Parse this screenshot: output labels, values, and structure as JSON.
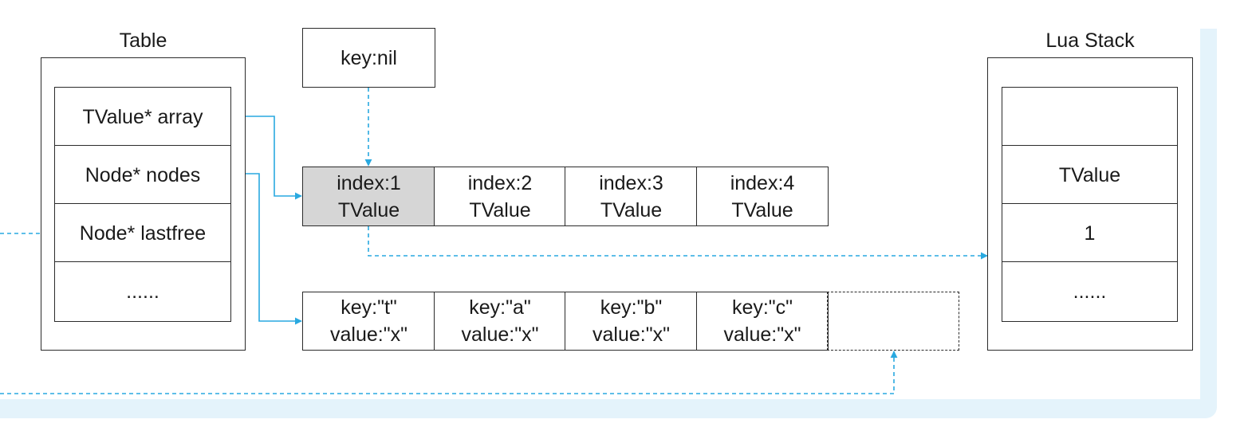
{
  "table": {
    "title": "Table",
    "fields": [
      "TValue* array",
      "Node* nodes",
      "Node* lastfree",
      "......"
    ]
  },
  "key_box": {
    "label": "key:nil"
  },
  "array_part": {
    "cells": [
      {
        "index": "index:1",
        "value": "TValue",
        "highlighted": true
      },
      {
        "index": "index:2",
        "value": "TValue",
        "highlighted": false
      },
      {
        "index": "index:3",
        "value": "TValue",
        "highlighted": false
      },
      {
        "index": "index:4",
        "value": "TValue",
        "highlighted": false
      }
    ]
  },
  "node_part": {
    "cells": [
      {
        "key": "key:\"t\"",
        "value": "value:\"x\""
      },
      {
        "key": "key:\"a\"",
        "value": "value:\"x\""
      },
      {
        "key": "key:\"b\"",
        "value": "value:\"x\""
      },
      {
        "key": "key:\"c\"",
        "value": "value:\"x\""
      }
    ],
    "has_free_slot": true
  },
  "lua_stack": {
    "title": "Lua Stack",
    "slots": [
      "",
      "TValue",
      "1",
      "......"
    ]
  },
  "colors": {
    "arrow": "#29a9e0",
    "stroke": "#2b2b2b",
    "highlight_fill": "#d6d6d6",
    "frame": "#e4f3fb"
  }
}
